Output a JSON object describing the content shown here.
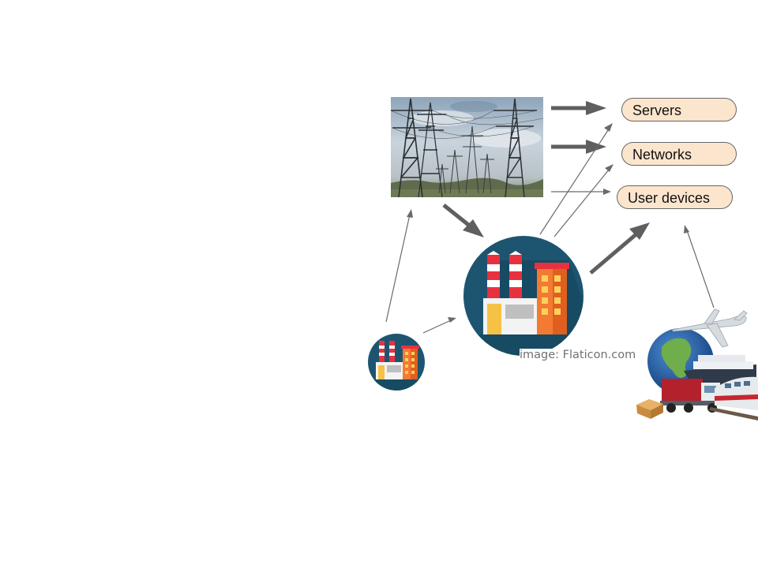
{
  "targets": {
    "servers_label": "Servers",
    "networks_label": "Networks",
    "user_devices_label": "User devices"
  },
  "image_credit": "image: Flaticon.com",
  "icons": {
    "power_lines": "power-transmission-towers-photo",
    "large_factory": "factory-icon",
    "small_factory": "factory-icon",
    "transport": "global-transport-icon"
  },
  "colors": {
    "pill_fill": "#fce5cd",
    "arrow": "#666666",
    "factory_circle": "#1d5570",
    "factory_chimney": "#e8313f",
    "factory_tower": "#f37a33"
  }
}
